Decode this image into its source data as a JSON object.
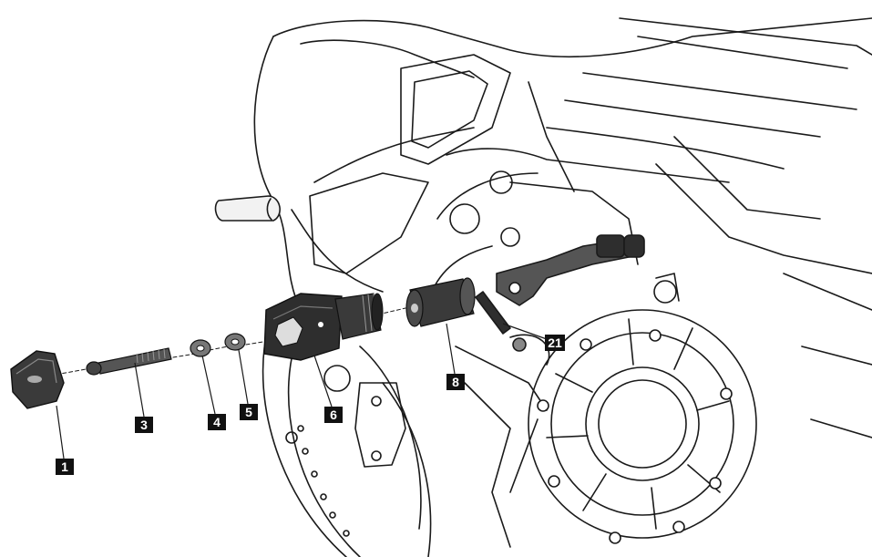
{
  "callouts": {
    "c1": "1",
    "c3": "3",
    "c4": "4",
    "c5": "5",
    "c6": "6",
    "c8": "8",
    "c21": "21"
  },
  "colors": {
    "line": "#1a1a1a",
    "part_dark": "#2e2e2e",
    "part_mid": "#555555",
    "part_light": "#8a8a8a",
    "callout_bg": "#111111",
    "callout_text": "#ffffff"
  }
}
